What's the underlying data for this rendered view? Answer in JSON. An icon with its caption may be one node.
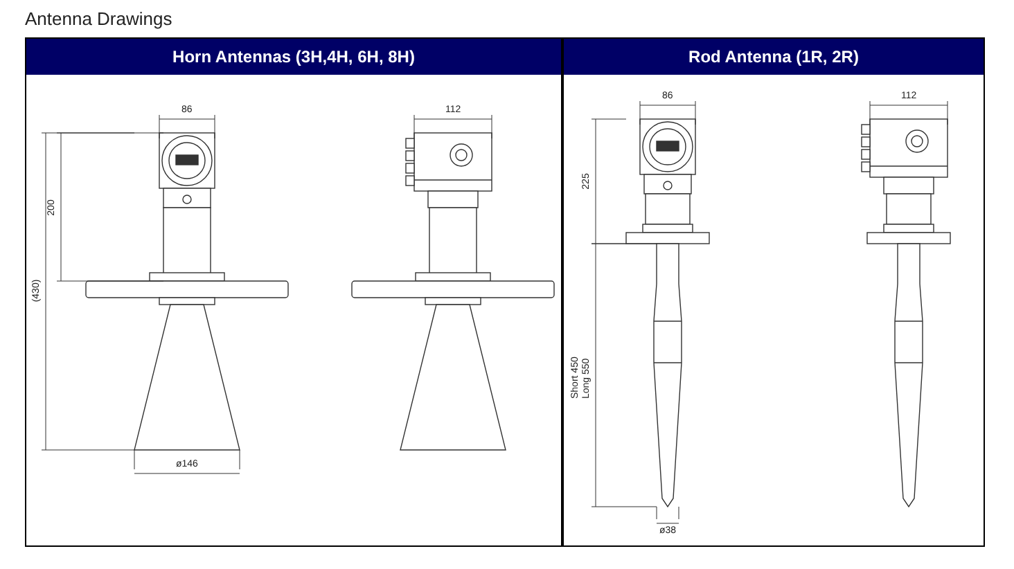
{
  "diagram": {
    "title": "Antenna Drawings",
    "nodes": [
      {
        "text": [
          "Horn Antennas (3H,4H, 6H, 8H)"
        ]
      },
      {
        "text": [
          "Rod Antenna (1R, 2R)"
        ]
      }
    ],
    "labels": [
      "86",
      "112",
      "200",
      "(430)",
      "ø146",
      "86",
      "112",
      "225",
      "Short 450 Long 550",
      "ø38"
    ]
  }
}
